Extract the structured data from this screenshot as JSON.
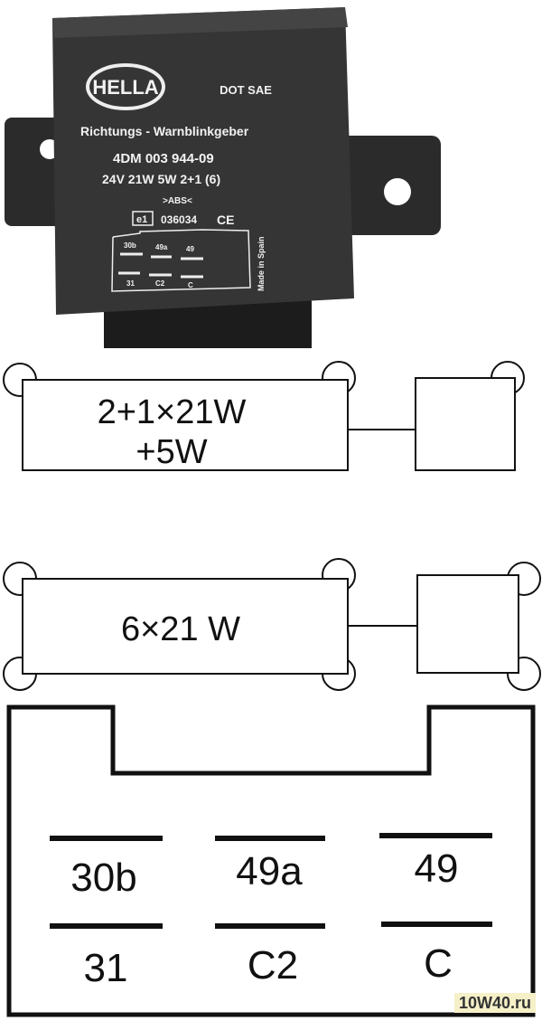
{
  "product": {
    "brand": "HELLA",
    "certification": "DOT SAE",
    "name": "Richtungs - Warnblinkgeber",
    "part_number": "4DM 003 944-09",
    "spec": "24V 21W 5W 2+1 (6)",
    "material": ">ABS<",
    "approval_mark": "e1",
    "approval_number": "036034",
    "ce_mark": "CE",
    "origin": "Made in Spain",
    "pins_top": [
      "30b",
      "49a",
      "49"
    ],
    "pins_bottom": [
      "31",
      "C2",
      "C"
    ]
  },
  "diagram1": {
    "line1": "2+1×21W",
    "line2": "+5W"
  },
  "diagram2": {
    "label": "6×21 W"
  },
  "connector": {
    "pins_top": [
      "30b",
      "49a",
      "49"
    ],
    "pins_bottom": [
      "31",
      "C2",
      "C"
    ]
  },
  "watermark": "10W40.ru"
}
